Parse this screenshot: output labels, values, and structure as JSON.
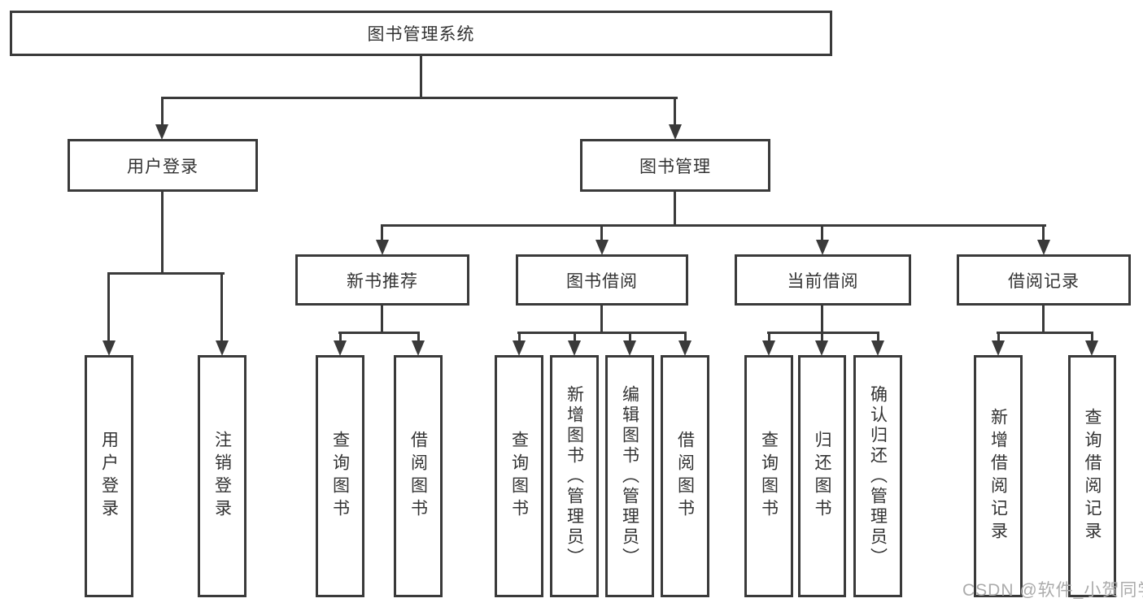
{
  "diagram": {
    "type": "hierarchy-tree",
    "title": "图书管理系统",
    "watermark": "CSDN @软件_小贺同学",
    "colors": {
      "line": "#3a3a3a",
      "text": "#333333",
      "background": "#ffffff",
      "watermark": "#ababab"
    }
  },
  "nodes": {
    "root": {
      "label": "图书管理系统"
    },
    "user_login": {
      "label": "用户登录"
    },
    "book_mgmt": {
      "label": "图书管理"
    },
    "new_book_rec": {
      "label": "新书推荐"
    },
    "book_borrow": {
      "label": "图书借阅"
    },
    "current_borrow": {
      "label": "当前借阅"
    },
    "borrow_records": {
      "label": "借阅记录"
    },
    "leaf_user_login": {
      "label": "用户登录"
    },
    "leaf_logout": {
      "label": "注销登录"
    },
    "leaf_nb_query": {
      "label": "查询图书"
    },
    "leaf_nb_borrow": {
      "label": "借阅图书"
    },
    "leaf_bb_query": {
      "label": "查询图书"
    },
    "leaf_bb_add": {
      "label": "新增图书（管理员）"
    },
    "leaf_bb_edit": {
      "label": "编辑图书（管理员）"
    },
    "leaf_bb_borrow": {
      "label": "借阅图书"
    },
    "leaf_cb_query": {
      "label": "查询图书"
    },
    "leaf_cb_return": {
      "label": "归还图书"
    },
    "leaf_cb_confirm": {
      "label": "确认归还（管理员）"
    },
    "leaf_br_add": {
      "label": "新增借阅记录"
    },
    "leaf_br_query": {
      "label": "查询借阅记录"
    }
  },
  "hierarchy": {
    "图书管理系统": {
      "用户登录": [
        "用户登录",
        "注销登录"
      ],
      "图书管理": {
        "新书推荐": [
          "查询图书",
          "借阅图书"
        ],
        "图书借阅": [
          "查询图书",
          "新增图书（管理员）",
          "编辑图书（管理员）",
          "借阅图书"
        ],
        "当前借阅": [
          "查询图书",
          "归还图书",
          "确认归还（管理员）"
        ],
        "借阅记录": [
          "新增借阅记录",
          "查询借阅记录"
        ]
      }
    }
  }
}
